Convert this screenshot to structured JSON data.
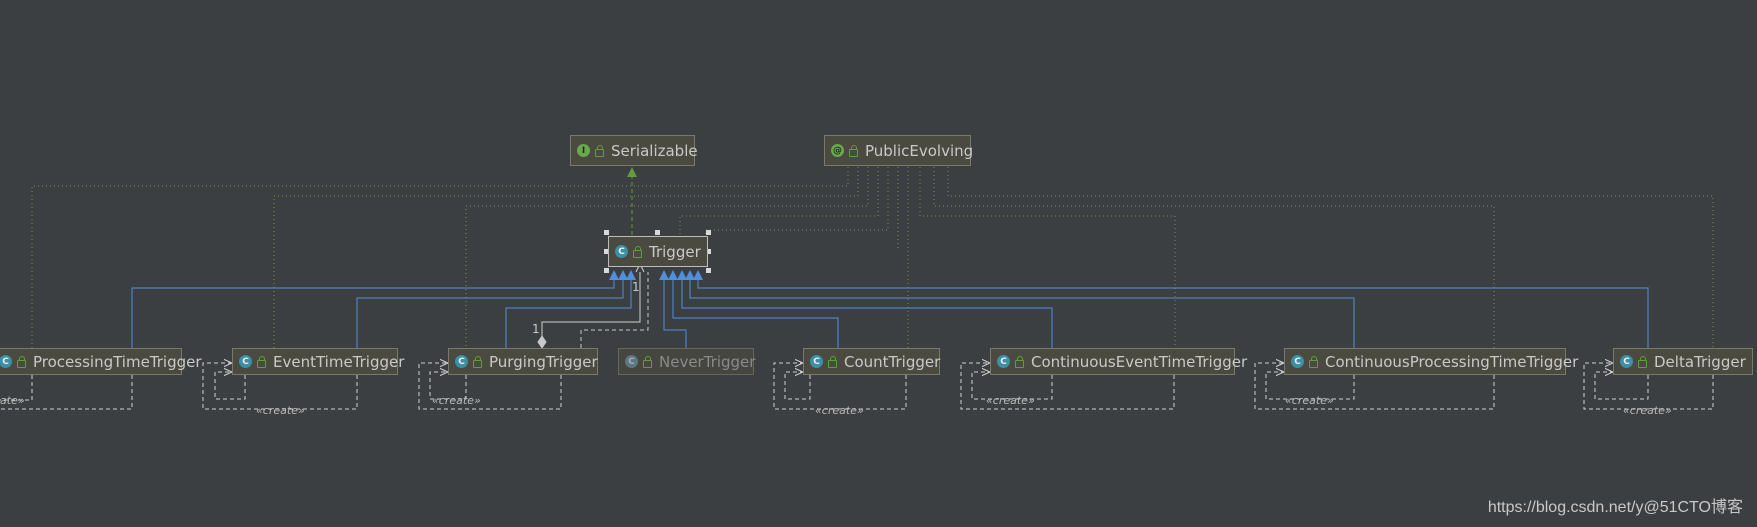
{
  "nodes": {
    "serializable": {
      "label": "Serializable",
      "icon": "interface-icon",
      "glyph": "I"
    },
    "public_evolving": {
      "label": "PublicEvolving",
      "icon": "annotation-icon",
      "glyph": "@"
    },
    "trigger": {
      "label": "Trigger",
      "icon": "abstract-class-icon",
      "glyph": "C"
    },
    "processing_time_trigger": {
      "label": "ProcessingTimeTrigger",
      "glyph": "C"
    },
    "event_time_trigger": {
      "label": "EventTimeTrigger",
      "glyph": "C"
    },
    "purging_trigger": {
      "label": "PurgingTrigger",
      "glyph": "C"
    },
    "never_trigger": {
      "label": "NeverTrigger",
      "glyph": "C"
    },
    "count_trigger": {
      "label": "CountTrigger",
      "glyph": "C"
    },
    "continuous_event_time_trigger": {
      "label": "ContinuousEventTimeTrigger",
      "glyph": "C"
    },
    "continuous_processing_time_trigger": {
      "label": "ContinuousProcessingTimeTrigger",
      "glyph": "C"
    },
    "delta_trigger": {
      "label": "DeltaTrigger",
      "glyph": "C"
    }
  },
  "stereotype_label": "«create»",
  "stereotype_label_partial": "ate»",
  "multiplicity": {
    "one": "1"
  },
  "watermark": "https://blog.csdn.net/y@51CTO博客",
  "colors": {
    "background": "#3c3f41",
    "inheritance": "#4f8fe0",
    "realization": "#5f9e3c",
    "annotation_dependency": "#8a8a4a",
    "create_dependency": "#cfcfcf"
  }
}
